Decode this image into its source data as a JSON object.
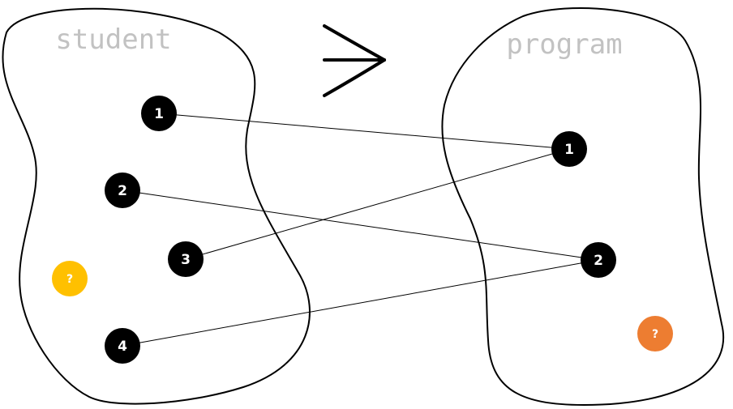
{
  "sets": {
    "left_label": "student",
    "right_label": "program"
  },
  "relation_symbol": "succeeds-symbol",
  "student_nodes": [
    {
      "label": "1"
    },
    {
      "label": "2"
    },
    {
      "label": "3"
    },
    {
      "label": "4"
    },
    {
      "label": "?"
    }
  ],
  "program_nodes": [
    {
      "label": "1"
    },
    {
      "label": "2"
    },
    {
      "label": "?"
    }
  ],
  "edges": [
    {
      "from": "student-1",
      "to": "program-1"
    },
    {
      "from": "student-2",
      "to": "program-2"
    },
    {
      "from": "student-3",
      "to": "program-1"
    },
    {
      "from": "student-4",
      "to": "program-2"
    }
  ],
  "colors": {
    "node": "#000000",
    "student_unmatched": "#ffc000",
    "program_unmatched": "#ed7d31",
    "label": "#c2c2c2"
  }
}
